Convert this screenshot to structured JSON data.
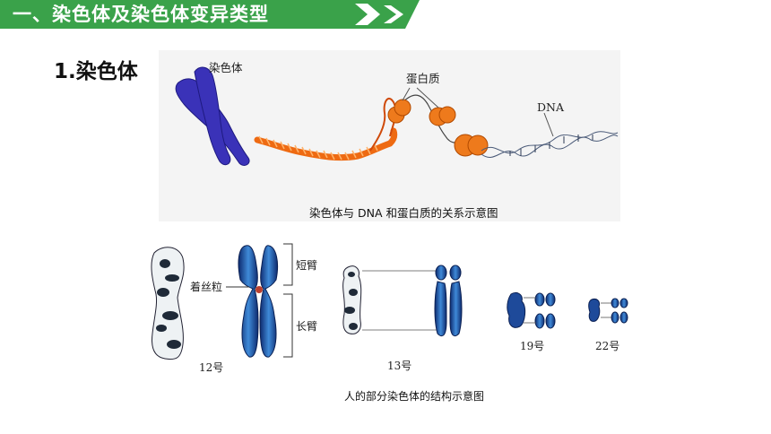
{
  "header": {
    "title": "一、染色体及染色体变异类型",
    "colors": {
      "banner": "#3aa24a",
      "banner_dark": "#2b8a3b"
    }
  },
  "section": {
    "title": "1.染色体"
  },
  "figure_top": {
    "labels": {
      "chromosome": "染色体",
      "protein": "蛋白质",
      "dna": "DNA"
    },
    "caption": "染色体与 DNA 和蛋白质的关系示意图"
  },
  "figure_bottom": {
    "labels": {
      "centromere": "着丝粒",
      "short_arm": "短臂",
      "long_arm": "长臂",
      "chr12": "12号",
      "chr13": "13号",
      "chr19": "19号",
      "chr22": "22号"
    },
    "caption": "人的部分染色体的结构示意图"
  }
}
